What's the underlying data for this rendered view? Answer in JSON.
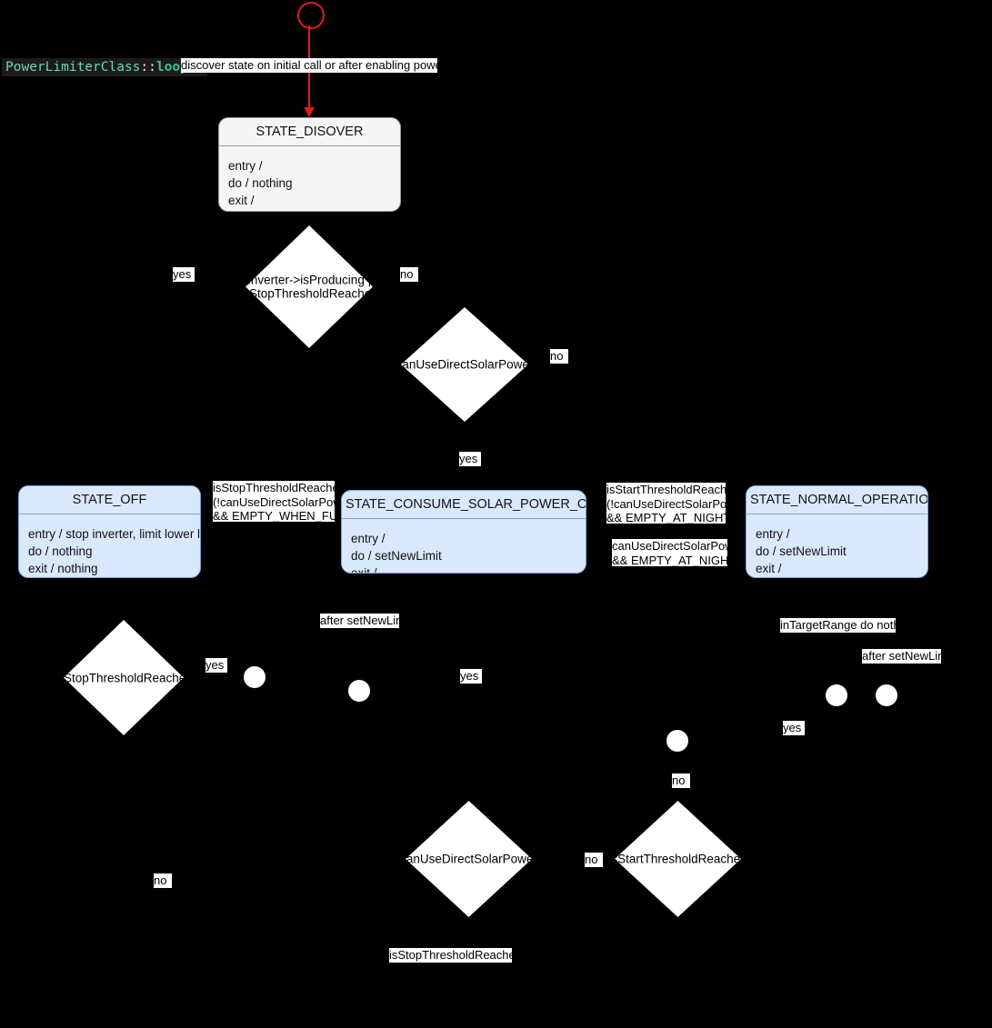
{
  "diagram": {
    "title_class": "PowerLimiterClass",
    "title_scope": "::",
    "title_func": "loop()",
    "background": "#000000",
    "accent_initial": "#e01b1b",
    "state_fill_blue": "#dae8fc",
    "state_stroke_blue": "#7ea6d9",
    "state_fill_gray": "#f5f5f5",
    "state_stroke_gray": "#9a9a9a",
    "decision_fill": "#ffffff",
    "label_fill": "#ffffff"
  },
  "states": [
    {
      "name": "STATE_DISOVER",
      "entry": "entry /",
      "do": "do / nothing",
      "exit": "exit /"
    },
    {
      "name": "STATE_OFF",
      "entry": "entry / stop inverter, limit lower limit",
      "do": "do / nothing",
      "exit": "exit / nothing"
    },
    {
      "name": "STATE_CONSUME_SOLAR_POWER_ONLY",
      "entry": "entry /",
      "do": "do / setNewLimit",
      "exit": "exit /"
    },
    {
      "name": "STATE_NORMAL_OPERATION",
      "entry": "entry /",
      "do": "do / setNewLimit",
      "exit": "exit /"
    }
  ],
  "decisions": [
    {
      "id": "d-producing-or-stop",
      "lines": [
        "!Inverter->isProducing ||",
        "isStopThresholdReached"
      ]
    },
    {
      "id": "d-can-use-solar-top",
      "lines": [
        "canUseDirectSolarPower"
      ]
    },
    {
      "id": "d-stop-threshold",
      "lines": [
        "isStopThresholdReached"
      ]
    },
    {
      "id": "d-can-use-solar-bottom",
      "lines": [
        "canUseDirectSolarPower"
      ]
    },
    {
      "id": "d-start-threshold",
      "lines": [
        "isStartThresholdReached"
      ]
    }
  ],
  "edge_labels": {
    "initial_transition": "discover state on initial call or after enabling powerLimiter",
    "yes_discover_left": "yes",
    "no_discover_right": "no",
    "no_solar_top_right": "no",
    "yes_solar_top_bottom": "yes",
    "to_off": [
      "isStopThresholdReached ||",
      "(!canUseDirectSolarPower",
      "&& EMPTY_WHEN_FULL)"
    ],
    "to_normal": [
      "isStartThresholdReached ||",
      "(!canUseDirectSolarPower",
      "&& EMPTY_AT_NIGHT)"
    ],
    "to_solar_only": [
      "canUseDirectSolarPower",
      "&& EMPTY_AT_NIGHT"
    ],
    "after_set_new_limit_mid": "after setNewLimit",
    "after_set_new_limit_right": "after setNewLimit",
    "in_target_range": "inTargetRange do nothing",
    "yes_off_right": "yes",
    "yes_solar_only": "yes",
    "yes_normal": "yes",
    "no_start_threshold_upper": "no",
    "no_solar_bottom": "no",
    "no_bottom_left": "no",
    "stop_threshold_bottom": "isStopThresholdReached ||"
  },
  "junctions": [
    {
      "id": "junction-off-yes"
    },
    {
      "id": "junction-after-set-new-limit-mid"
    },
    {
      "id": "junction-solar-only"
    },
    {
      "id": "junction-normal-left"
    },
    {
      "id": "junction-normal-right"
    }
  ]
}
